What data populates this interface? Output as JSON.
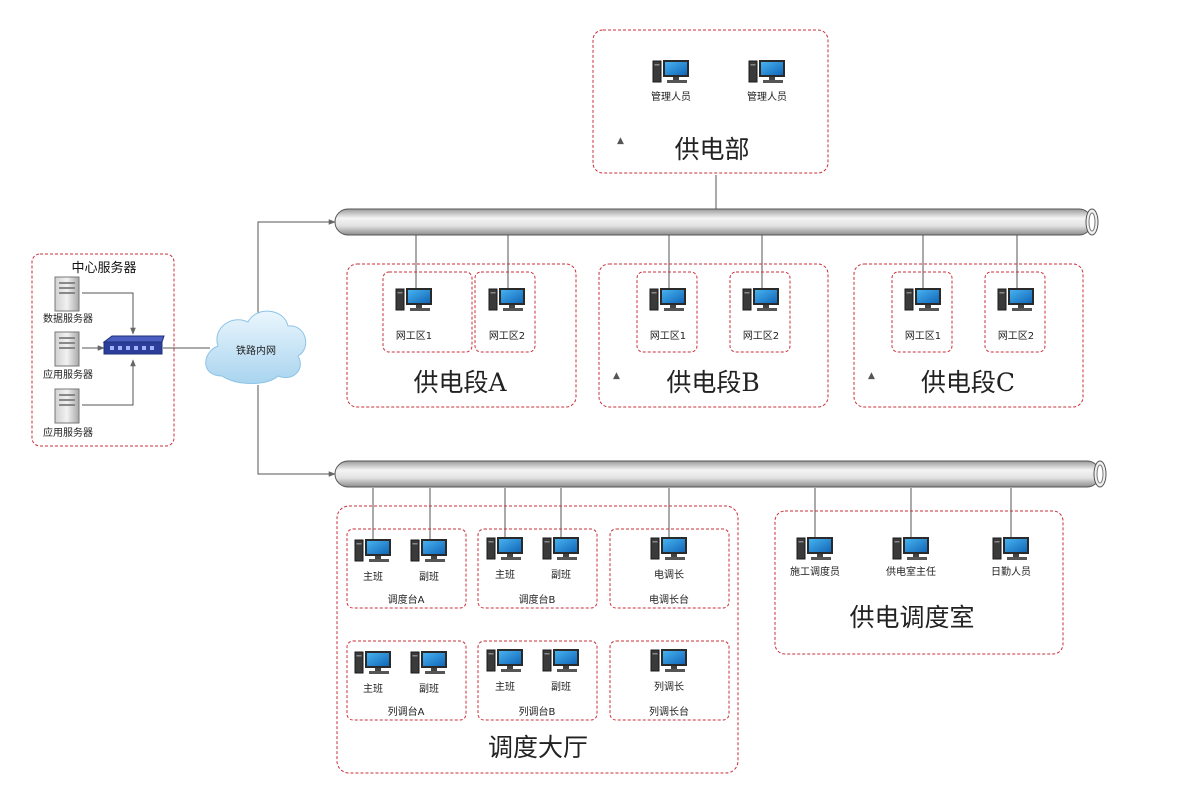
{
  "center": {
    "title": "中心服务器",
    "servers": [
      "数据服务器",
      "应用服务器",
      "应用服务器"
    ]
  },
  "network": {
    "cloud_label": "铁路内网"
  },
  "hq": {
    "title": "供电部",
    "nodes": [
      "管理人员",
      "管理人员"
    ]
  },
  "sections": [
    {
      "title": "供电段A",
      "nodes": [
        "网工区1",
        "网工区2"
      ],
      "marker": false
    },
    {
      "title": "供电段B",
      "nodes": [
        "网工区1",
        "网工区2"
      ],
      "marker": true
    },
    {
      "title": "供电段C",
      "nodes": [
        "网工区1",
        "网工区2"
      ],
      "marker": true
    }
  ],
  "hall": {
    "title": "调度大厅",
    "desks": [
      {
        "title": "调度台A",
        "nodes": [
          "主班",
          "副班"
        ]
      },
      {
        "title": "调度台B",
        "nodes": [
          "主班",
          "副班"
        ]
      },
      {
        "title": "电调长台",
        "nodes": [
          "电调长"
        ]
      },
      {
        "title": "列调台A",
        "nodes": [
          "主班",
          "副班"
        ]
      },
      {
        "title": "列调台B",
        "nodes": [
          "主班",
          "副班"
        ]
      },
      {
        "title": "列调长台",
        "nodes": [
          "列调长"
        ]
      }
    ]
  },
  "dispatch_room": {
    "title": "供电调度室",
    "nodes": [
      "施工调度员",
      "供电室主任",
      "日勤人员"
    ]
  },
  "colors": {
    "dashed_border": "#c9303a",
    "screen": "#1e8fdc",
    "switch": "#2b3f9a",
    "cloud": "#bfe0f5"
  },
  "icons": {
    "workstation": "desktop-computer-icon",
    "server": "server-tower-icon",
    "switch": "network-switch-icon",
    "cloud": "cloud-icon",
    "bus": "network-backbone-pipe"
  }
}
